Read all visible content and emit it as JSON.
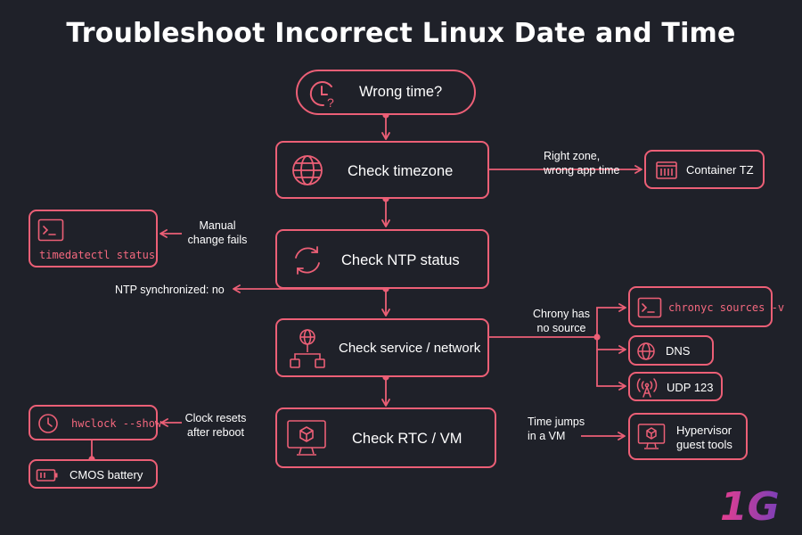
{
  "title": "Troubleshoot Incorrect Linux Date and Time",
  "colors": {
    "background": "#1f2129",
    "accent": "#ec5f76",
    "text": "#ffffff",
    "code": "#f4687e",
    "logo_pink": "#e63e8f",
    "logo_purple": "#7b3fb8"
  },
  "nodes": {
    "start": {
      "label": "Wrong time?",
      "icon": "clock-question-icon"
    },
    "timezone": {
      "label": "Check timezone",
      "icon": "globe-icon"
    },
    "container_tz": {
      "label": "Container TZ",
      "icon": "container-icon"
    },
    "ntp": {
      "label": "Check NTP status",
      "icon": "sync-icon"
    },
    "timedatectl": {
      "label": "timedatectl status",
      "icon": "terminal-icon"
    },
    "service": {
      "label": "Check service / network",
      "icon": "network-icon"
    },
    "chronyc": {
      "label": "chronyc sources -v",
      "icon": "terminal-icon"
    },
    "dns": {
      "label": "DNS",
      "icon": "globe-icon"
    },
    "udp": {
      "label": "UDP 123",
      "icon": "antenna-icon"
    },
    "rtc": {
      "label": "Check RTC / VM",
      "icon": "monitor-cube-icon"
    },
    "hwclock": {
      "label": "hwclock --show",
      "icon": "clock-icon"
    },
    "cmos": {
      "label": "CMOS battery",
      "icon": "battery-icon"
    },
    "hypervisor": {
      "label_line1": "Hypervisor",
      "label_line2": "guest tools",
      "icon": "monitor-cube-icon"
    }
  },
  "notes": {
    "right_zone": {
      "line1": "Right zone,",
      "line2": "wrong app time"
    },
    "manual": {
      "line1": "Manual",
      "line2": "change fails"
    },
    "ntp_sync": "NTP synchronized: no",
    "chrony": {
      "line1": "Chrony has",
      "line2": "no source"
    },
    "clock_resets": {
      "line1": "Clock resets",
      "line2": "after reboot"
    },
    "time_jumps": {
      "line1": "Time jumps",
      "line2": "in a VM"
    }
  },
  "logo": {
    "text": "1G",
    "icon": "1g-logo-icon"
  }
}
